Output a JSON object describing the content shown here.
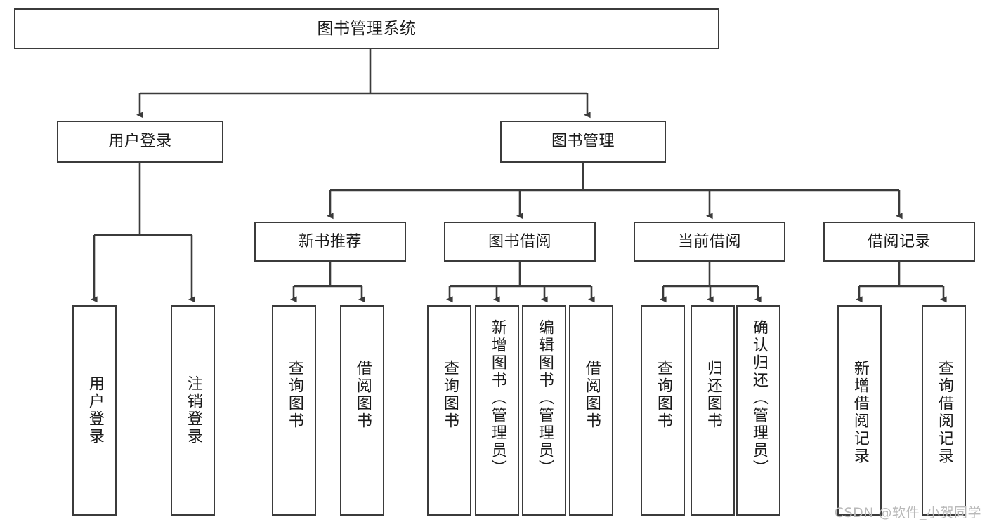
{
  "diagram": {
    "title": "图书管理系统",
    "type": "tree",
    "watermark": "CSDN @软件_小贺同学",
    "colors": {
      "stroke": "#3b3b3b",
      "fill": "#ffffff",
      "text": "#1a1a1a",
      "watermark": "#b9b9b9"
    },
    "root": {
      "label": "图书管理系统"
    },
    "level2": [
      {
        "label": "用户登录"
      },
      {
        "label": "图书管理"
      }
    ],
    "level3": [
      {
        "label": "新书推荐"
      },
      {
        "label": "图书借阅"
      },
      {
        "label": "当前借阅"
      },
      {
        "label": "借阅记录"
      }
    ],
    "leaves": {
      "user_login": [
        {
          "label": "用户登录"
        },
        {
          "label": "注销登录"
        }
      ],
      "new_book_recommend": [
        {
          "label": "查询图书"
        },
        {
          "label": "借阅图书"
        }
      ],
      "book_borrow": [
        {
          "label": "查询图书"
        },
        {
          "label": "新增图书（管理员）"
        },
        {
          "label": "编辑图书（管理员）"
        },
        {
          "label": "借阅图书"
        }
      ],
      "current_borrow": [
        {
          "label": "查询图书"
        },
        {
          "label": "归还图书"
        },
        {
          "label": "确认归还（管理员）"
        }
      ],
      "borrow_record": [
        {
          "label": "新增借阅记录"
        },
        {
          "label": "查询借阅记录"
        }
      ]
    }
  }
}
